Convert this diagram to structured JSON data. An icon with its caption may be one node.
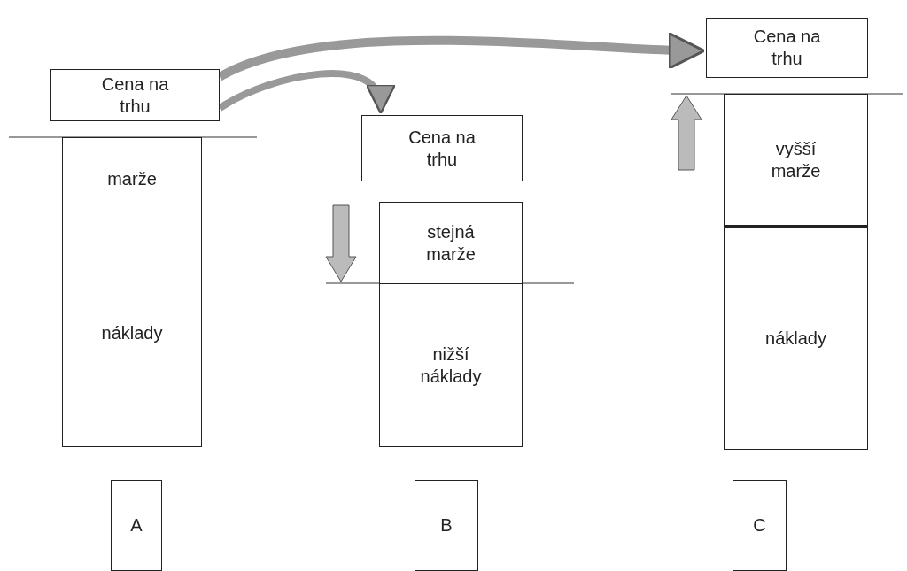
{
  "diagram": {
    "nodes": [
      {
        "text": [
          "Cena na trhu"
        ]
      },
      {
        "text": [
          "marže"
        ]
      },
      {
        "text": [
          "náklady"
        ]
      },
      {
        "text": [
          "A"
        ]
      },
      {
        "text": [
          "Cena na trhu"
        ]
      },
      {
        "text": [
          "stejná marže"
        ]
      },
      {
        "text": [
          "nižší náklady"
        ]
      },
      {
        "text": [
          "B"
        ]
      },
      {
        "text": [
          "Cena na trhu"
        ]
      },
      {
        "text": [
          "vyšší marže"
        ]
      },
      {
        "text": [
          "náklady"
        ]
      },
      {
        "text": [
          "C"
        ]
      }
    ],
    "edges": [
      {
        "from": 0,
        "to": 8,
        "arrow": "to"
      },
      {
        "from": 0,
        "to": 4,
        "arrow": "to"
      }
    ]
  }
}
